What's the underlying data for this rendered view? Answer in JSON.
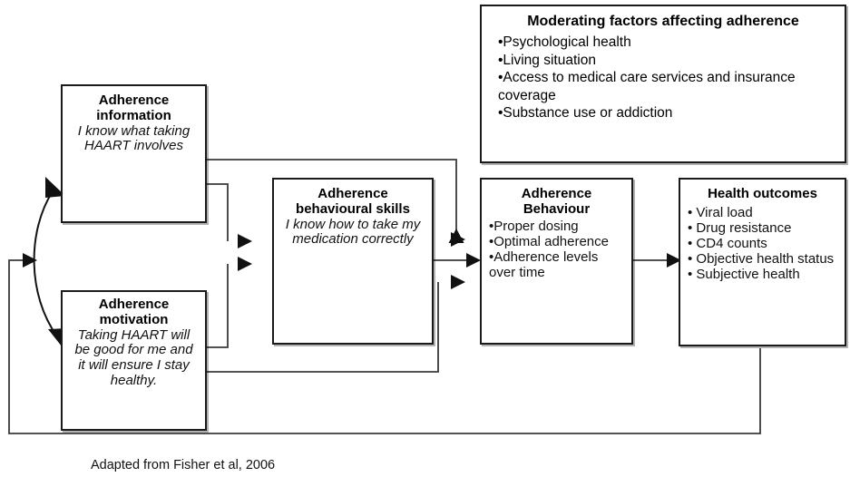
{
  "diagram": {
    "caption": "Adapted from Fisher et al, 2006",
    "boxes": {
      "moderating": {
        "title": "Moderating factors affecting adherence",
        "items": [
          "•Psychological health",
          "•Living situation",
          "•Access to medical care services and insurance coverage",
          "•Substance use or addiction"
        ]
      },
      "information": {
        "title_line1": "Adherence",
        "title_line2": "information",
        "italic": "I know what taking HAART involves"
      },
      "motivation": {
        "title_line1": "Adherence",
        "title_line2": "motivation",
        "italic": "Taking HAART will be good for me and it will ensure I stay healthy."
      },
      "skills": {
        "title_line1": "Adherence",
        "title_line2": "behavioural skills",
        "italic": "I know how to take my medication correctly"
      },
      "behaviour": {
        "title_line1": "Adherence",
        "title_line2": "Behaviour",
        "items": [
          "•Proper dosing",
          "•Optimal adherence",
          "•Adherence levels over time"
        ]
      },
      "outcomes": {
        "title": "Health outcomes",
        "items": [
          "• Viral load",
          "• Drug resistance",
          "• CD4 counts",
          "• Objective health status",
          "• Subjective health"
        ]
      }
    },
    "colors": {
      "stroke": "#1a1a1a",
      "background": "#ffffff",
      "text": "#111111"
    },
    "connections": [
      "information -> behavioural skills",
      "information -> adherence behaviour",
      "motivation -> behavioural skills",
      "motivation -> adherence behaviour",
      "behavioural skills -> adherence behaviour",
      "adherence behaviour -> health outcomes",
      "health outcomes -> feedback to information/motivation",
      "information <-> motivation"
    ]
  }
}
